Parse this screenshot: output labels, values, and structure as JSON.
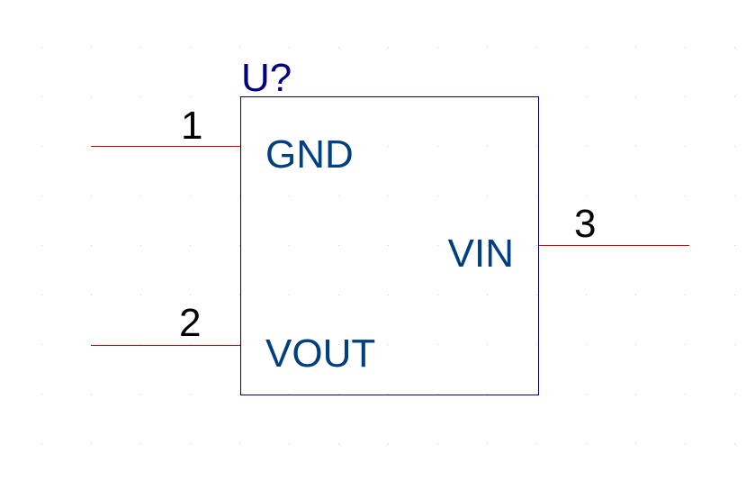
{
  "schematic": {
    "component": {
      "reference": "U?",
      "body_stroke": "#000080",
      "pins": [
        {
          "number": "1",
          "name": "GND"
        },
        {
          "number": "2",
          "name": "VOUT"
        },
        {
          "number": "3",
          "name": "VIN"
        }
      ]
    },
    "colors": {
      "pin_line": "#cc0000",
      "pin_number": "#000000",
      "pin_name": "#004080",
      "reference": "#000080",
      "grid_dot": "#c8c8c8",
      "background": "#ffffff"
    }
  }
}
